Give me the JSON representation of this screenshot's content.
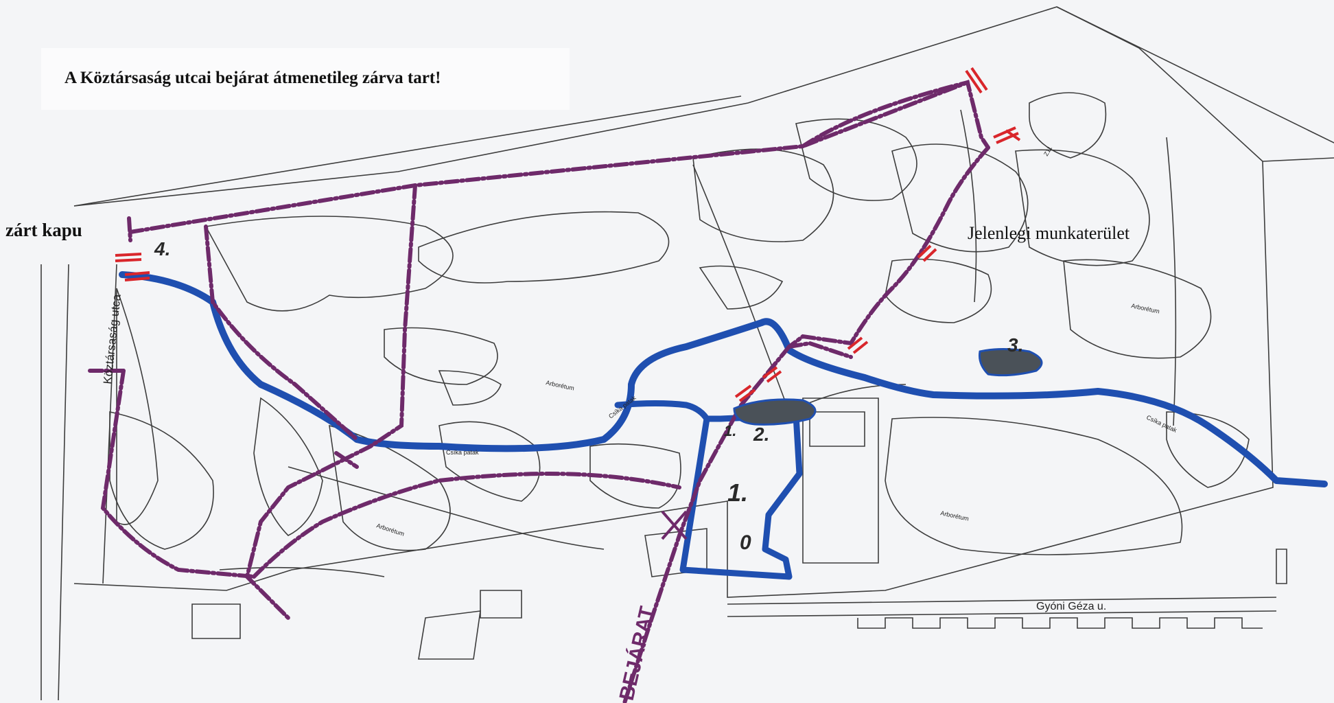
{
  "notice": "A Köztársaság utcai bejárat átmenetileg zárva tart!",
  "labels": {
    "closed_gate": "zárt kapu",
    "current_work_area": "Jelenlegi munkaterület",
    "entrance": "BEJÁRAT",
    "street_west": "Köztársaság utca",
    "street_south": "Gyóni Géza u.",
    "arboretum": "Arborétum",
    "stream": "Csíka patak",
    "house_number": "Z11"
  },
  "markers": [
    "1.",
    "2.",
    "3.",
    "4.",
    "0",
    "1."
  ],
  "legend_colors": {
    "path": "#6e2a6a",
    "stream": "#1f4fb0",
    "closure": "#d9262b",
    "pond": "#4a5158"
  }
}
